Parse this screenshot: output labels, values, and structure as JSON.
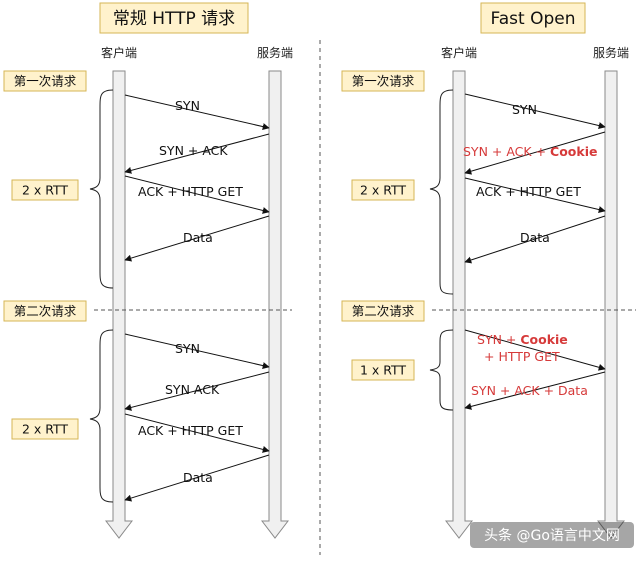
{
  "left": {
    "title": "常规 HTTP 请求",
    "client": "客户端",
    "server": "服务端",
    "first_request": "第一次请求",
    "second_request": "第二次请求",
    "first_rtt": "2 x RTT",
    "second_rtt": "2 x RTT",
    "first_messages": [
      "SYN",
      "SYN + ACK",
      "ACK + HTTP GET",
      "Data"
    ],
    "second_messages": [
      "SYN",
      "SYN ACK",
      "ACK + HTTP GET",
      "Data"
    ]
  },
  "right": {
    "title": "Fast Open",
    "client": "客户端",
    "server": "服务端",
    "first_request": "第一次请求",
    "second_request": "第二次请求",
    "first_rtt": "2 x RTT",
    "second_rtt": "1 x RTT",
    "first_messages": {
      "syn": "SYN",
      "synack_prefix": "SYN + ACK + ",
      "synack_cookie": "Cookie",
      "ack_get": "ACK + HTTP GET",
      "data": "Data"
    },
    "second_messages": {
      "syn_prefix": "SYN + ",
      "syn_cookie": "Cookie",
      "http_get": "+ HTTP GET",
      "synack_data": "SYN + ACK + Data"
    }
  },
  "watermark": "头条 @Go语言中文网",
  "colors": {
    "label_box_fill": "#fff2cc",
    "label_box_stroke": "#d6b656",
    "highlight_red": "#d63a3a",
    "lifeline_fill": "#f0f0f0",
    "lifeline_stroke": "#8a8a8a"
  }
}
